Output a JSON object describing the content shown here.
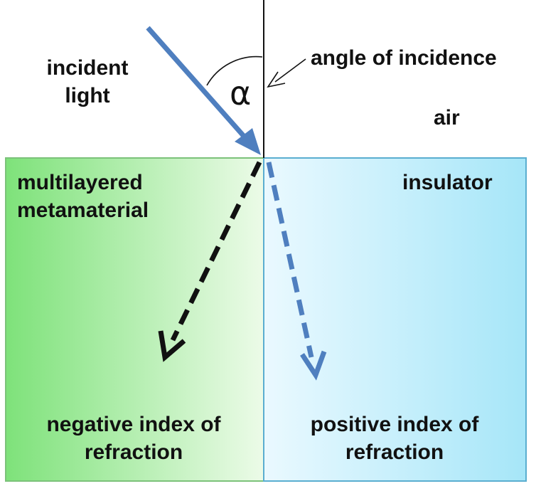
{
  "labels": {
    "incident_line1": "incident",
    "incident_line2": "light",
    "angle_symbol": "α",
    "angle_label": "angle of incidence",
    "air": "air",
    "metamaterial_line1": "multilayered",
    "metamaterial_line2": "metamaterial",
    "insulator": "insulator",
    "negative_line1": "negative index of",
    "negative_line2": "refraction",
    "positive_line1": "positive index of",
    "positive_line2": "refraction"
  },
  "colors": {
    "metamaterial_green_strong": "#7ee27a",
    "metamaterial_green_light": "#ecfbe8",
    "insulator_blue_light": "#eaf9ff",
    "insulator_blue_strong": "#a6e6f8",
    "incident_arrow": "#4f7fbf",
    "positive_arrow": "#4f7fbf",
    "negative_arrow": "#111111",
    "normal_line": "#111111"
  }
}
